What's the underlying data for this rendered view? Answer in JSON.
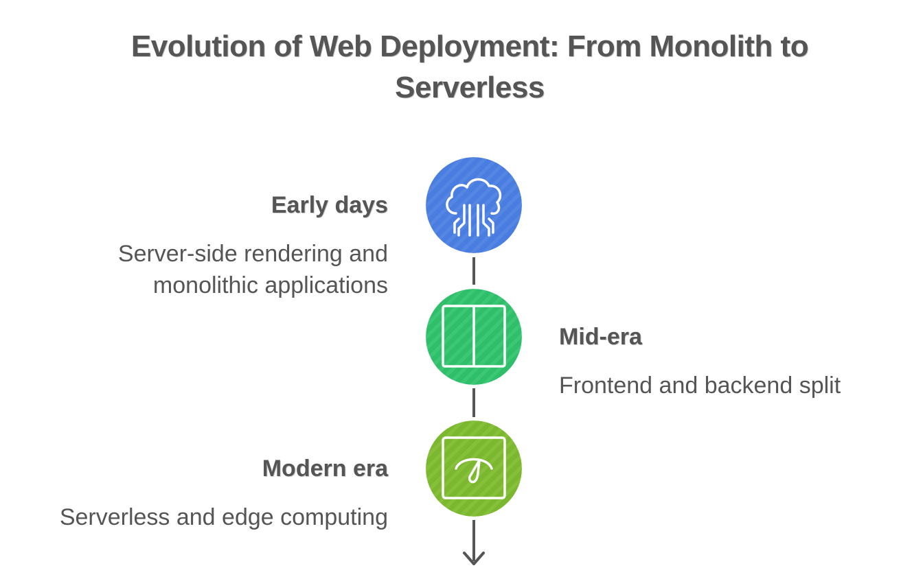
{
  "title": {
    "line1": "Evolution of Web Deployment: From Monolith to",
    "line2": "Serverless"
  },
  "stages": [
    {
      "heading": "Early days",
      "description_lines": [
        "Server-side rendering and",
        "monolithic applications"
      ],
      "side": "left",
      "color": "#4a7de0",
      "icon": "cloud-circuit-icon"
    },
    {
      "heading": "Mid-era",
      "description_lines": [
        "Frontend and backend split"
      ],
      "side": "right",
      "color": "#2fbf6a",
      "icon": "split-panel-icon"
    },
    {
      "heading": "Modern era",
      "description_lines": [
        "Serverless and edge computing"
      ],
      "side": "left",
      "color": "#7cb82f",
      "icon": "gauge-icon"
    }
  ],
  "colors": {
    "text": "#555555",
    "line": "#555555",
    "icon_stroke": "#ffffff"
  }
}
